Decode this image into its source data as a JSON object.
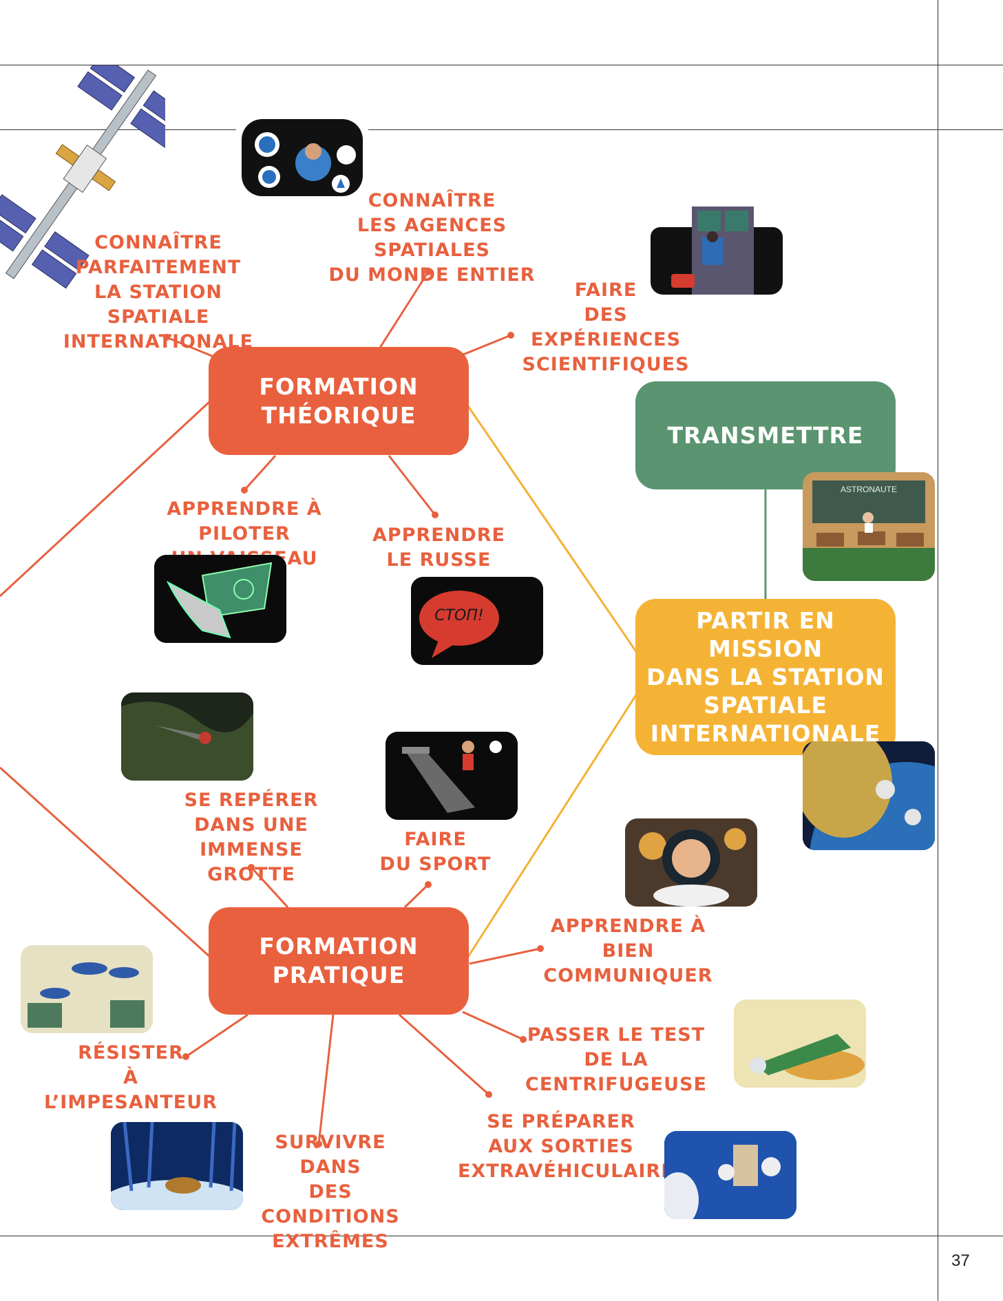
{
  "hubs": {
    "theory": "FORMATION\nTHÉORIQUE",
    "practice": "FORMATION\nPRATIQUE",
    "transmit": "TRANSMETTRE",
    "mission": "PARTIR EN MISSION\nDANS LA STATION\nSPATIALE\nINTERNATIONALE"
  },
  "labels": {
    "iss": "CONNAÎTRE\nPARFAITEMENT\nLA STATION SPATIALE\nINTERNATIONALE",
    "agencies": "CONNAÎTRE\nLES AGENCES SPATIALES\nDU MONDE ENTIER",
    "experiments": "FAIRE\nDES EXPÉRIENCES\nSCIENTIFIQUES",
    "pilot": "APPRENDRE À PILOTER\nUN VAISSEAU",
    "russian": "APPRENDRE\nLE RUSSE",
    "cave": "SE REPÉRER\nDANS UNE IMMENSE\nGROTTE",
    "sport": "FAIRE\nDU SPORT",
    "communicate": "APPRENDRE À BIEN\nCOMMUNIQUER",
    "weightless": "RÉSISTER\nÀ L’IMPESANTEUR",
    "centrifuge": "PASSER LE TEST\nDE LA CENTRIFUGEUSE",
    "survive": "SURVIVRE DANS\nDES CONDITIONS\nEXTRÊMES",
    "eva": "SE PRÉPARER\nAUX SORTIES\nEXTRAVÉHICULAIRES"
  },
  "illustrations": {
    "classroom_board": "ASTRONAUTE",
    "russian_bubble": "СТОП!"
  },
  "page_number": "37",
  "colors": {
    "orange": "#e8603e",
    "green": "#5b9470",
    "yellow": "#f5b335",
    "link_yellow": "#f2b234"
  }
}
